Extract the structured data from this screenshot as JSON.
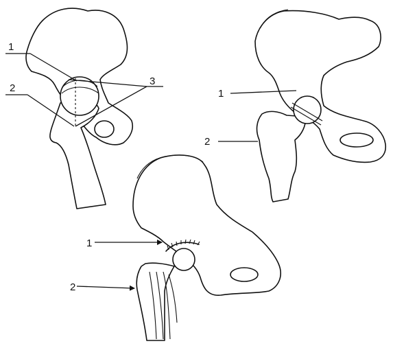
{
  "panels": [
    {
      "id": "top-left",
      "labels": [
        "1",
        "2",
        "3"
      ]
    },
    {
      "id": "top-right",
      "labels": [
        "1",
        "2"
      ]
    },
    {
      "id": "bottom",
      "labels": [
        "1",
        "2"
      ]
    }
  ],
  "colors": {
    "line": "#111111",
    "background": "#ffffff"
  }
}
